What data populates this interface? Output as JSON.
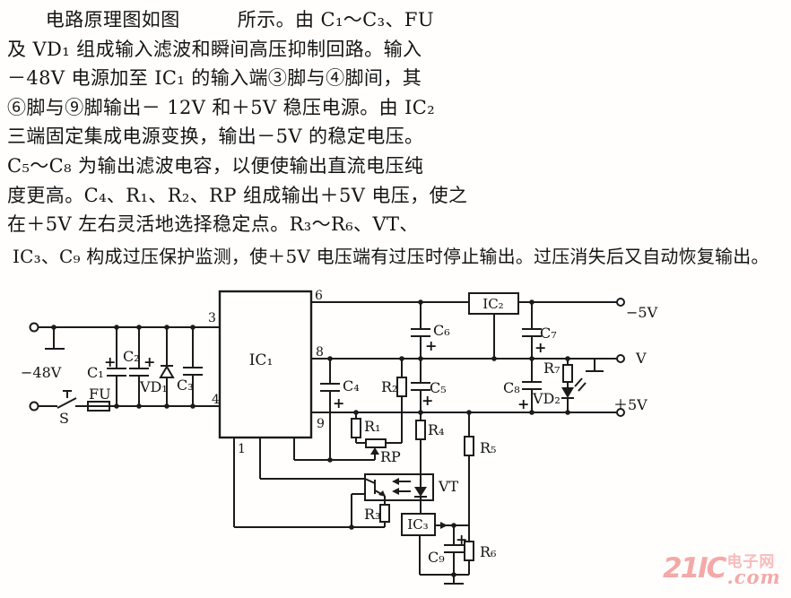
{
  "article": {
    "lines": [
      "　　电路原理图如图　　　所示。由 C₁～C₃、FU",
      "及 VD₁ 组成输入滤波和瞬间高压抑制回路。输入",
      "－48V 电源加至 IC₁ 的输入端③脚与④脚间，其",
      "⑥脚与⑨脚输出－ 12V 和＋5V 稳压电源。由 IC₂",
      "三端固定集成电源变换，输出－5V 的稳定电压。",
      "C₅～C₈ 为输出滤波电容，以便使输出直流电压纯",
      "度更高。C₄、R₁、R₂、RP 组成输出＋5V 电压，使之",
      "在＋5V 左右灵活地选择稳定点。R₃～R₆、VT、"
    ],
    "last_line": "IC₃、C₉ 构成过压保护监测，使＋5V 电压端有过压时停止输出。过压消失后又自动恢复输出。"
  },
  "schematic": {
    "labels": {
      "neg48v": "−48V",
      "s": "S",
      "fu": "FU",
      "c1": "C₁",
      "c2": "C₂",
      "c3": "C₃",
      "c4": "C₄",
      "c5": "C₅",
      "c6": "C₆",
      "c7": "C₇",
      "c8": "C₈",
      "c9": "C₉",
      "r1": "R₁",
      "r2": "R₂",
      "r3": "R₃",
      "r4": "R₄",
      "r5": "R₅",
      "r6": "R₆",
      "r7": "R₇",
      "rp": "RP",
      "vd1": "VD₁",
      "vd2": "VD₂",
      "vt": "VT",
      "ic1": "IC₁",
      "ic2": "IC₂",
      "ic3": "IC₃",
      "pin1": "1",
      "pin3": "3",
      "pin4": "4",
      "pin6": "6",
      "pin8": "8",
      "pin9": "9",
      "out_neg5v": "−5V",
      "out_v": "V",
      "out_pos5v": "＋5V",
      "plus": "+"
    },
    "wire_color": "#1b1b1b"
  },
  "watermark": {
    "brand": "21IC",
    "cn": "电子网",
    "com_script": ".com",
    "color": "#f4a9a9"
  }
}
